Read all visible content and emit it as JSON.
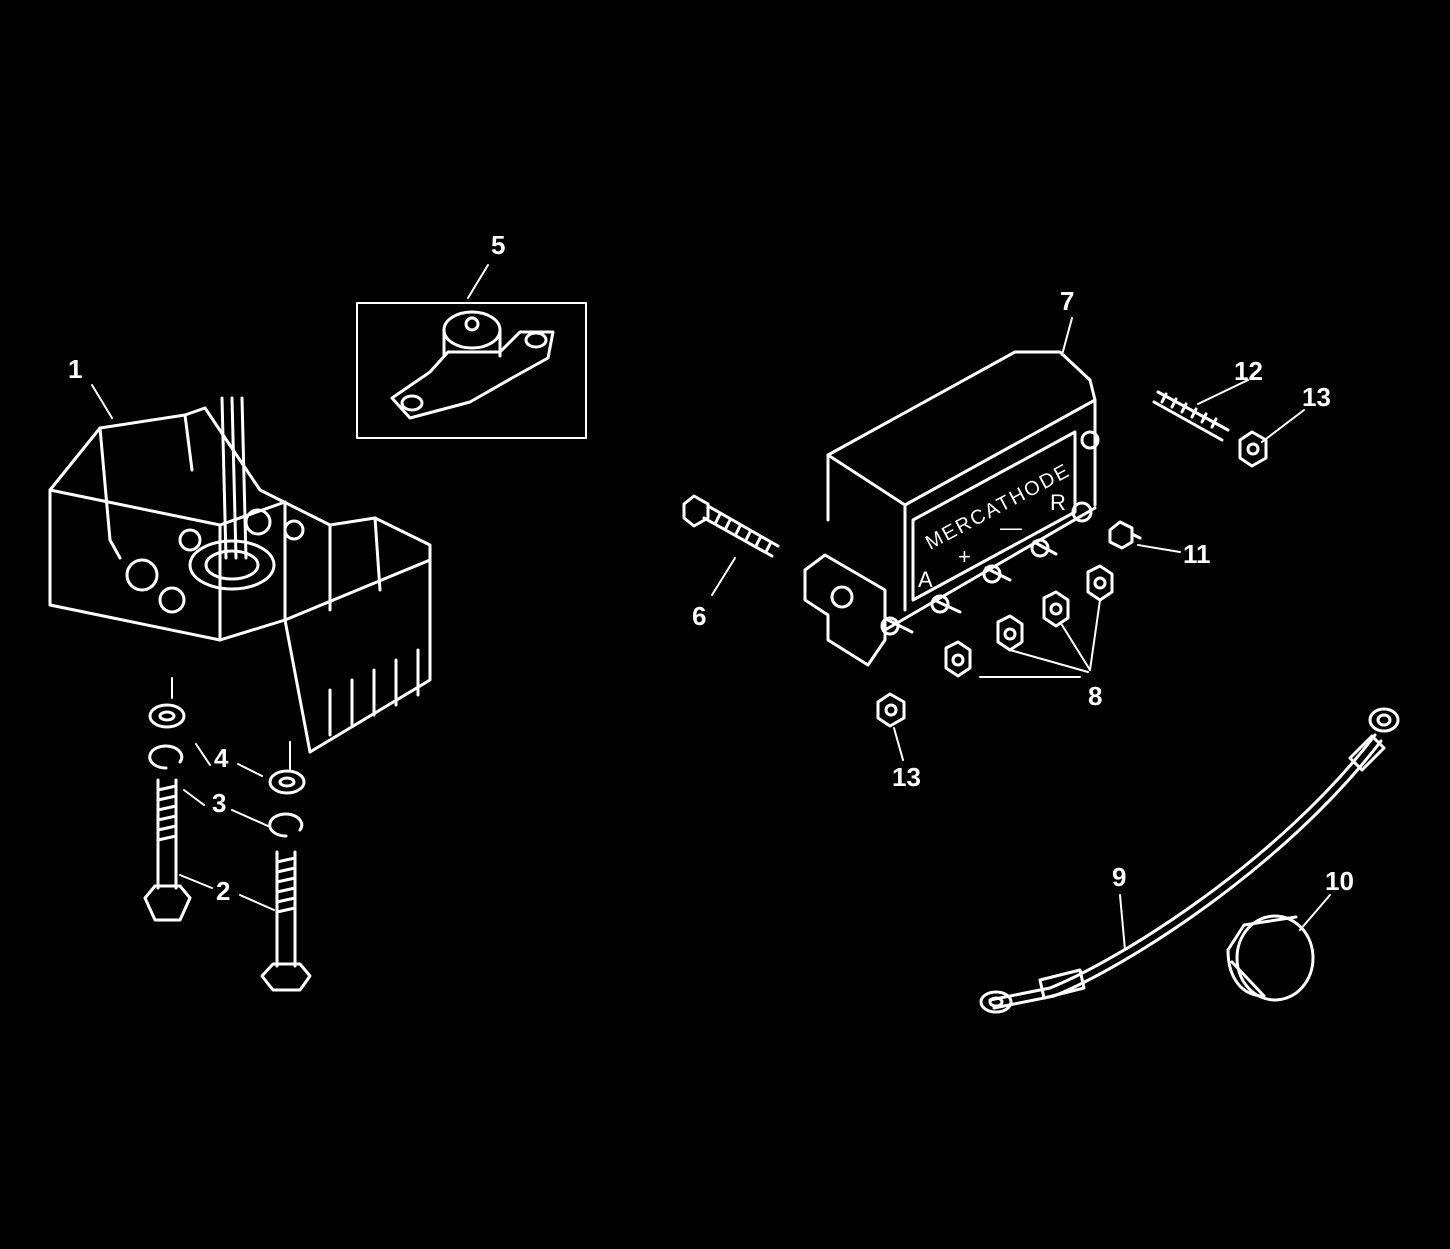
{
  "colors": {
    "background": "#000000",
    "line": "#ffffff"
  },
  "callouts": {
    "c1": "1",
    "c2": "2",
    "c3": "3",
    "c4": "4",
    "c5": "5",
    "c6": "6",
    "c7": "7",
    "c8": "8",
    "c9": "9",
    "c10": "10",
    "c11": "11",
    "c12": "12",
    "c13a": "13",
    "c13b": "13"
  },
  "unit_label": "MERCATHODE",
  "terminals": {
    "a": "A",
    "plus": "+",
    "minus": "—",
    "r": "R"
  }
}
